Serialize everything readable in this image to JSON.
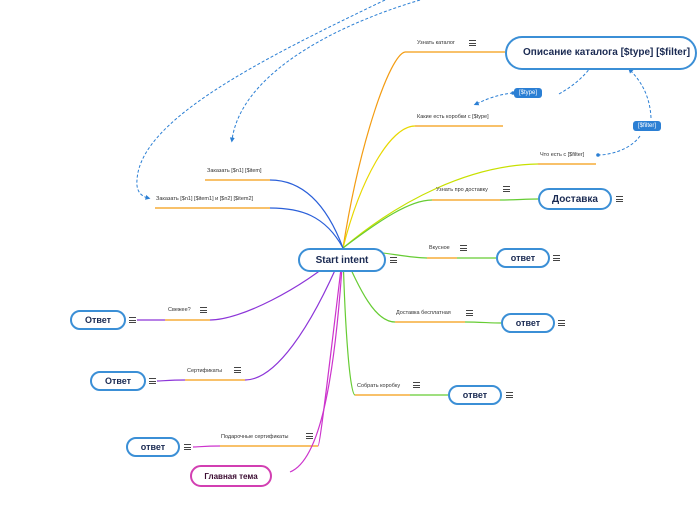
{
  "central": "Start intent",
  "root_topic": "Главная тема",
  "catalog_desc": "Описание каталога [$type] [$filter]",
  "tags": {
    "type": "[$type]",
    "filter": "[$filter]"
  },
  "branches": {
    "learn_catalog": "Узнать каталог",
    "which_boxes": "Какие есть коробки с [$type]",
    "what_filter": "Что есть с [$filter]",
    "delivery_q": "Узнать про доставку",
    "tasty": "Вкусное",
    "free_delivery": "Доставка бесплатная",
    "assemble": "Собрать коробку",
    "order_one": "Заказать [$n1] [$item]",
    "order_two": "Заказать [$n1] [$item1] и [$n2] [$item2]",
    "fresh": "Свежее?",
    "certificates": "Сертификаты",
    "gift_cert": "Подарочные сертификаты"
  },
  "answers": {
    "delivery": "Доставка",
    "tasty": "ответ",
    "free_delivery": "ответ",
    "assemble": "ответ",
    "fresh": "Ответ",
    "certificates": "Ответ",
    "gift": "ответ"
  },
  "colors": {
    "node_border": "#3b8fd6",
    "pink": "#d23fb2",
    "orange": "#f39c12",
    "yellow": "#e8d800",
    "green": "#66cc33",
    "blue": "#2a5fd9",
    "purple": "#8c35d8",
    "magenta": "#cc33cc",
    "tag_bg": "#2b7fd4"
  }
}
